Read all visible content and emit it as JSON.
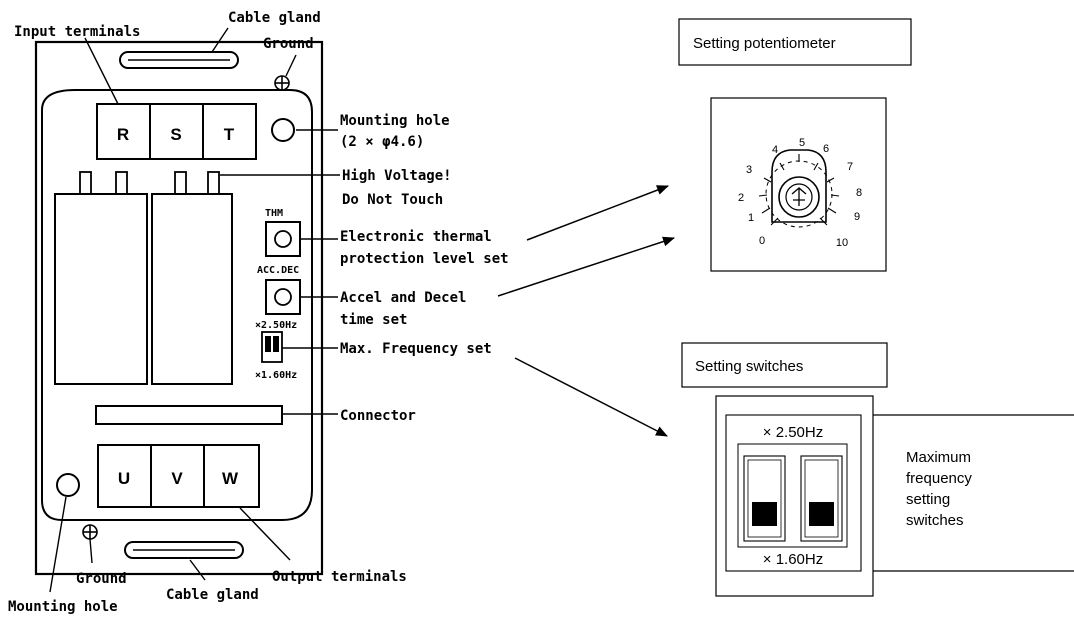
{
  "left": {
    "cable_gland_top": "Cable gland",
    "ground_top": "Ground",
    "input_terminals": "Input terminals",
    "terminals_in": [
      "R",
      "S",
      "T"
    ],
    "terminals_out": [
      "U",
      "V",
      "W"
    ],
    "mounting_hole_line1": "Mounting hole",
    "mounting_hole_line2": "(2 × φ4.6)",
    "high_voltage_line1": "High Voltage!",
    "high_voltage_line2": "Do Not Touch",
    "thm": "THM",
    "acc_dec": "ACC.DEC",
    "x250": "×2.50Hz",
    "x160": "×1.60Hz",
    "thermal_line1": "Electronic thermal",
    "thermal_line2": "protection level set",
    "accel_line1": "Accel and Decel",
    "accel_line2": "time set",
    "maxfreq": "Max. Frequency set",
    "connector": "Connector",
    "ground_bottom": "Ground",
    "mounting_hole_bottom": "Mounting hole",
    "cable_gland_bottom": "Cable gland",
    "output_terminals": "Output terminals"
  },
  "right": {
    "potentiometer_title": "Setting potentiometer",
    "dial_ticks": [
      "0",
      "1",
      "2",
      "3",
      "4",
      "5",
      "6",
      "7",
      "8",
      "9",
      "10"
    ],
    "switches_title": "Setting switches",
    "sw_top": "× 2.50Hz",
    "sw_bottom": "× 1.60Hz",
    "desc_line1": "Maximum",
    "desc_line2": "frequency",
    "desc_line3": "setting",
    "desc_line4": "switches"
  }
}
